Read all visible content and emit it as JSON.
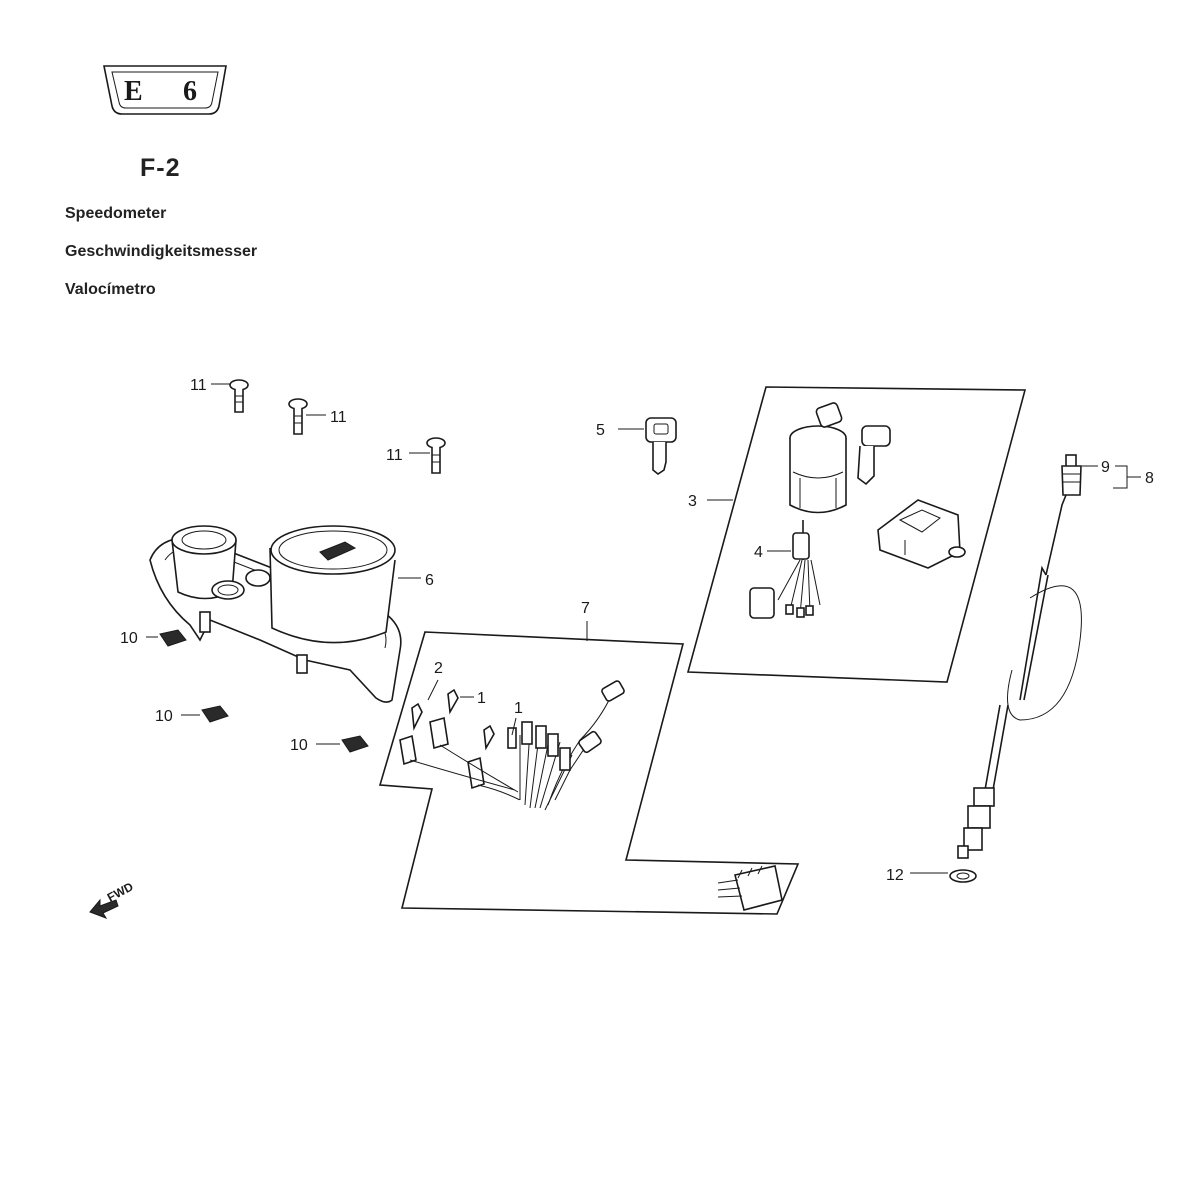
{
  "badge": {
    "letter": "E",
    "number": "6"
  },
  "section_code": "F-2",
  "titles": {
    "en": "Speedometer",
    "de": "Geschwindigkeitsmesser",
    "es": "Valocímetro"
  },
  "fwd_label": "FWD",
  "callouts": {
    "c11a": "11",
    "c11b": "11",
    "c11c": "11",
    "c5": "5",
    "c3": "3",
    "c4": "4",
    "c9": "9",
    "c8": "8",
    "c6": "6",
    "c7": "7",
    "c10a": "10",
    "c10b": "10",
    "c10c": "10",
    "c2": "2",
    "c1a": "1",
    "c1b": "1",
    "c12": "12"
  }
}
